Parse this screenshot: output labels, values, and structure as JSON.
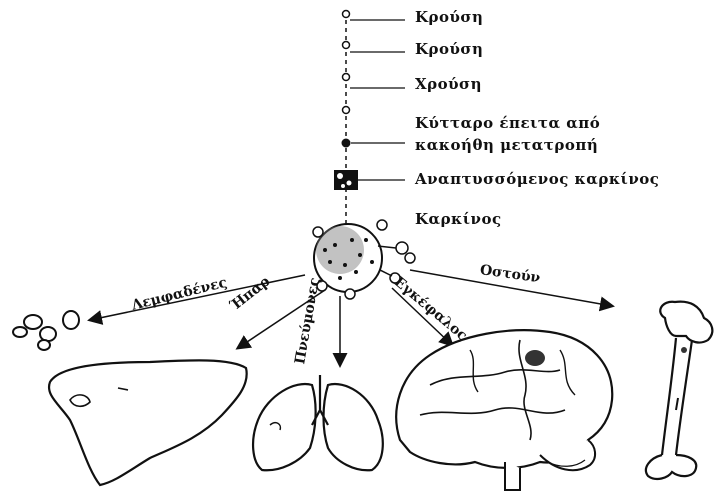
{
  "stages": {
    "hit1": "Κρούση",
    "hit2": "Κρούση",
    "hit3": "Χρούση",
    "malignant_line1": "Κύτταρο έπειτα από",
    "malignant_line2": "κακοήθη μετατροπή",
    "developing": "Αναπτυσσόμενος καρκίνος",
    "cancer": "Καρκίνος"
  },
  "targets": {
    "lymph": "Λεμφαδένες",
    "liver": "Ήπαρ",
    "lungs": "Πνεύμονες",
    "brain": "Εγκέφαλος",
    "bone": "Οστούν"
  }
}
